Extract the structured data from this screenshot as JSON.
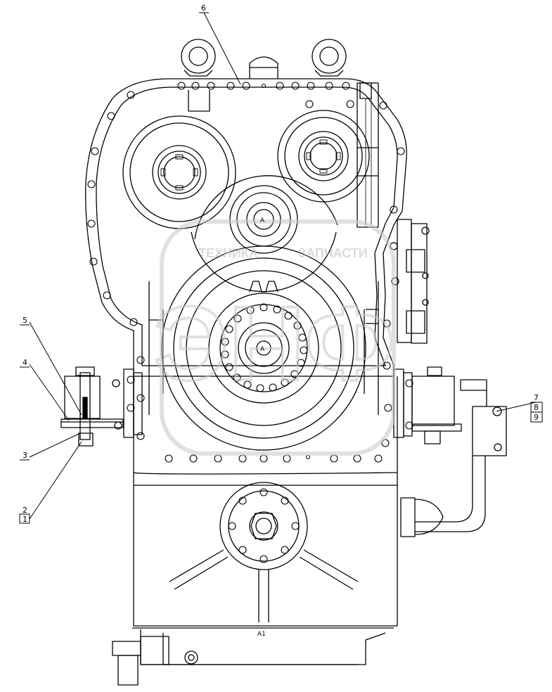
{
  "diagram": {
    "callouts": [
      {
        "id": "c1",
        "label": "1"
      },
      {
        "id": "c2",
        "label": "2"
      },
      {
        "id": "c3",
        "label": "3"
      },
      {
        "id": "c4",
        "label": "4"
      },
      {
        "id": "c5",
        "label": "5"
      },
      {
        "id": "c6",
        "label": "6"
      },
      {
        "id": "c7",
        "label": "7"
      },
      {
        "id": "c8",
        "label": "8"
      },
      {
        "id": "c9",
        "label": "9"
      }
    ],
    "shaft_marks": {
      "upper": "A",
      "center": "A"
    },
    "section_mark": "A1",
    "watermark": {
      "line1": "ТЕХНИКА",
      "line2": "ЗАПЧАСТИ",
      "logo_text": "ЭНФ"
    },
    "colors": {
      "line": "#000000",
      "watermark": "#c8c8c8",
      "background": "#ffffff"
    }
  }
}
